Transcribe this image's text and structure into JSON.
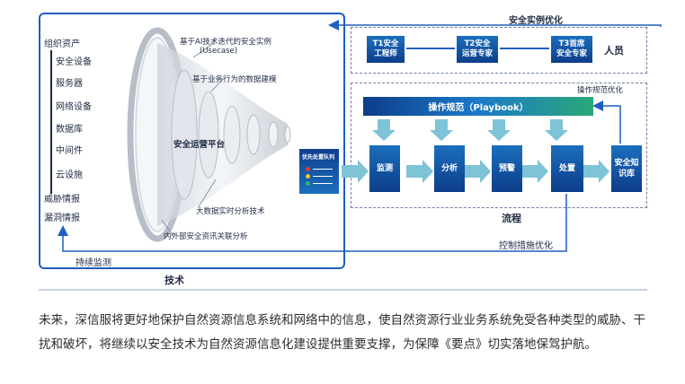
{
  "left_panel": {
    "categories": [
      "组织资产",
      "安全设备",
      "服务器",
      "网络设备",
      "数据库",
      "中间件",
      "云设施",
      "威胁情报",
      "漏洞情报"
    ],
    "platform_label": "安全运营平台",
    "annotations": {
      "ai_line1": "基于AI技术迭代的安全实例",
      "ai_line2": "(Usecase)",
      "behavior": "基于业务行为的数据建模",
      "bigdata": "大数据实时分析技术",
      "correlation": "内外部安全资讯关联分析"
    },
    "continuous_monitor": "持续监测",
    "footer_label": "技术"
  },
  "top_label": "安全实例优化",
  "people": {
    "roles": [
      {
        "line1": "T1安全",
        "line2": "工程师"
      },
      {
        "line1": "T2安全",
        "line2": "运营专家"
      },
      {
        "line1": "T3首席",
        "line2": "安全专家"
      }
    ],
    "label": "人员"
  },
  "process": {
    "playbook_opt_label": "操作规范优化",
    "playbook_label": "操作规范（Playbook）",
    "queue_label": "优先处置队列",
    "steps": [
      {
        "label": "监测"
      },
      {
        "label": "分析"
      },
      {
        "label": "预警"
      },
      {
        "label": "处置"
      }
    ],
    "knowledge": {
      "line1": "安全知",
      "line2": "识库"
    },
    "label": "流程",
    "control_opt_label": "控制措施优化"
  },
  "paragraph": "未来，深信服将更好地保护自然资源信息系统和网络中的信息，使自然资源行业业务系统免受各种类型的威胁、干扰和破坏，将继续以安全技术为自然资源信息化建设提供重要支撑，为保障《要点》切实落地保驾护航。",
  "colors": {
    "primary_blue": "#1f5fbf",
    "dark_blue": "#0d3d8a",
    "green": "#2aa877",
    "arrow_teal": "#5fb4c9"
  }
}
